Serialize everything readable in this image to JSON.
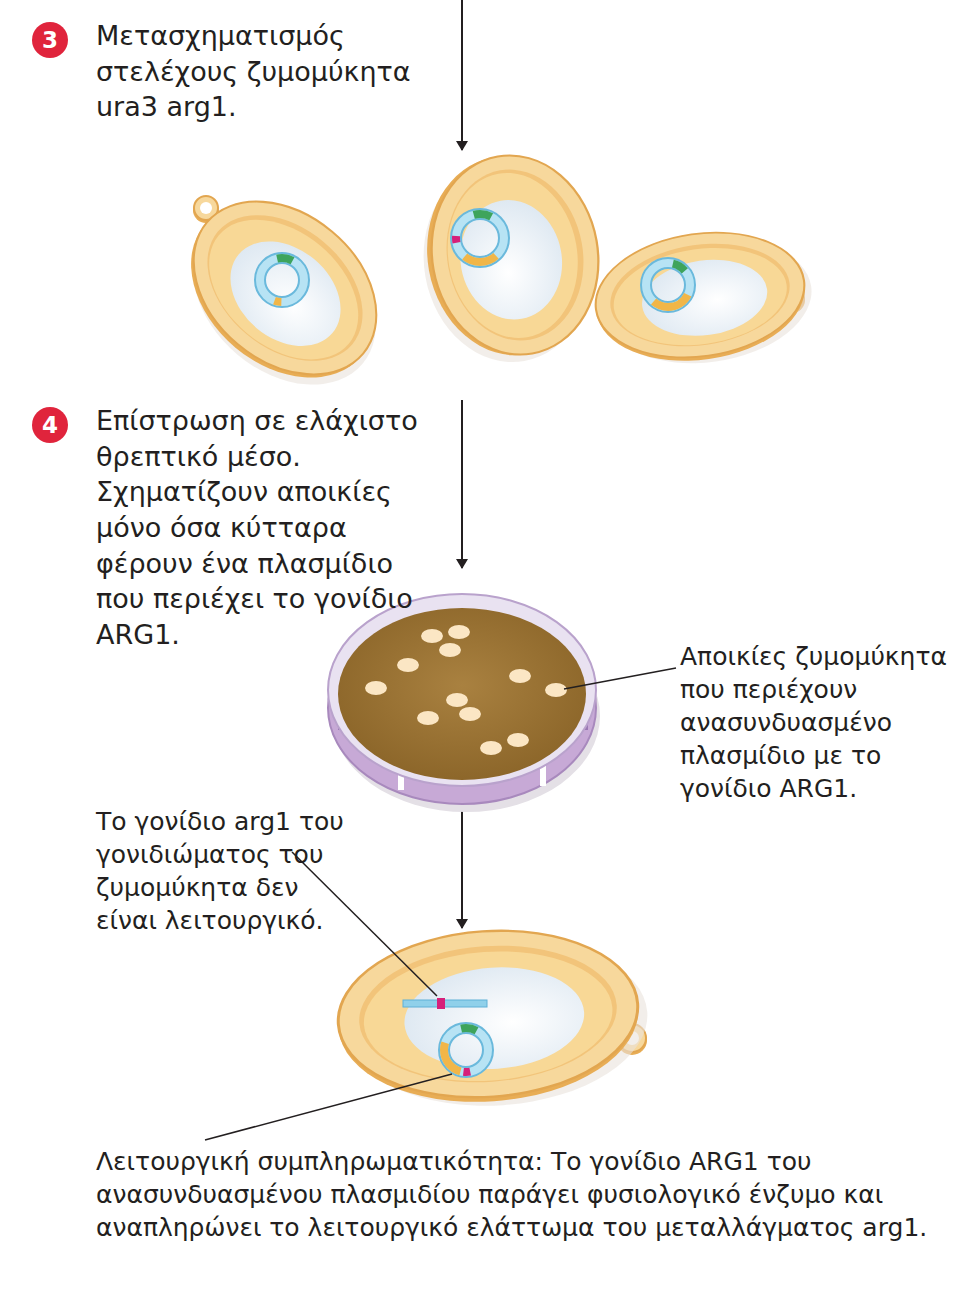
{
  "diagram": {
    "nodes": [
      {
        "text": [
          "3",
          "Μετασχηματισμός στελέχους ζυμομύκητα ura3 arg1."
        ]
      },
      {
        "text": [
          "4",
          "Επίστρωση σε ελάχιστο θρεπτικό μέσο. Σχηματίζουν αποικίες μόνο όσα κύτταρα φέρουν ένα πλασμίδιο που περιέχει το γονίδιο ARG1."
        ]
      }
    ],
    "labels": [
      "Αποικίες ζυμομύκητα που περιέχουν ανασυνδυασμένο πλασμίδιο με το γονίδιο ARG1.",
      "Το γονίδιο arg1 του γονιδιώματος του ζυμομύκητα δεν είναι λειτουργικό.",
      "Λειτουργική συμπληρωματικότητα: Το γονίδιο ARG1 του ανασυνδυασμένου πλασμιδίου παράγει φυσιολογικό ένζυμο και αναπληρώνει το λειτουργικό ελάττωμα του μεταλλάγματος arg1."
    ]
  }
}
